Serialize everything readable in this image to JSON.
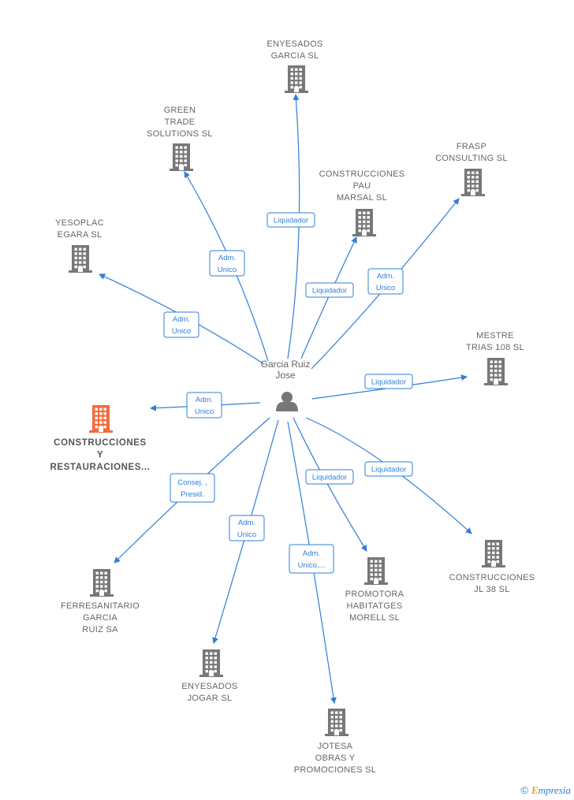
{
  "center": {
    "label_lines": [
      "Garcia Ruiz",
      "Jose"
    ],
    "icon": "person-icon"
  },
  "colors": {
    "edge": "#2f7ed8",
    "building": "#777777",
    "highlight": "#f36b3d",
    "label": "#666666"
  },
  "nodes": [
    {
      "id": "enyesados-garcia",
      "label_lines": [
        "ENYESADOS",
        "GARCIA SL"
      ],
      "role": [
        "Liquidador"
      ],
      "highlight": false
    },
    {
      "id": "green-trade",
      "label_lines": [
        "GREEN",
        "TRADE",
        "SOLUTIONS  SL"
      ],
      "role": [
        "Adm.",
        "Unico"
      ],
      "highlight": false
    },
    {
      "id": "construcciones-pau",
      "label_lines": [
        "CONSTRUCCIONES",
        "PAU",
        "MARSAL SL"
      ],
      "role": [
        "Liquidador"
      ],
      "highlight": false
    },
    {
      "id": "frasp",
      "label_lines": [
        "FRASP",
        "CONSULTING SL"
      ],
      "role": [
        "Adm.",
        "Unico"
      ],
      "highlight": false
    },
    {
      "id": "yesoplac",
      "label_lines": [
        "YESOPLAC",
        "EGARA SL"
      ],
      "role": [
        "Adm.",
        "Unico"
      ],
      "highlight": false
    },
    {
      "id": "mestre",
      "label_lines": [
        "MESTRE",
        "TRIAS 108 SL"
      ],
      "role": [
        "Liquidador"
      ],
      "highlight": false
    },
    {
      "id": "construcciones-rest",
      "label_lines": [
        "CONSTRUCCIONES",
        "Y",
        "RESTAURACIONES..."
      ],
      "role": [
        "Adm.",
        "Unico"
      ],
      "highlight": true
    },
    {
      "id": "construcciones-jl",
      "label_lines": [
        "CONSTRUCCIONES",
        "JL 38 SL"
      ],
      "role": [
        "Liquidador"
      ],
      "highlight": false
    },
    {
      "id": "promotora",
      "label_lines": [
        "PROMOTORA",
        "HABITATGES",
        "MORELL SL"
      ],
      "role": [
        "Liquidador"
      ],
      "highlight": false
    },
    {
      "id": "ferresanitario",
      "label_lines": [
        "FERRESANITARIO",
        "GARCIA",
        "RUIZ SA"
      ],
      "role": [
        "Consej. ,",
        "Presid."
      ],
      "highlight": false
    },
    {
      "id": "enyesados-jogar",
      "label_lines": [
        "ENYESADOS",
        "JOGAR SL"
      ],
      "role": [
        "Adm.",
        "Unico"
      ],
      "highlight": false
    },
    {
      "id": "jotesa",
      "label_lines": [
        "JOTESA",
        "OBRAS Y",
        "PROMOCIONES SL"
      ],
      "role": [
        "Adm.",
        "Unico,..."
      ],
      "highlight": false
    }
  ],
  "footer": {
    "copyright": "©",
    "brand_first": "E",
    "brand_rest": "mpresia"
  }
}
